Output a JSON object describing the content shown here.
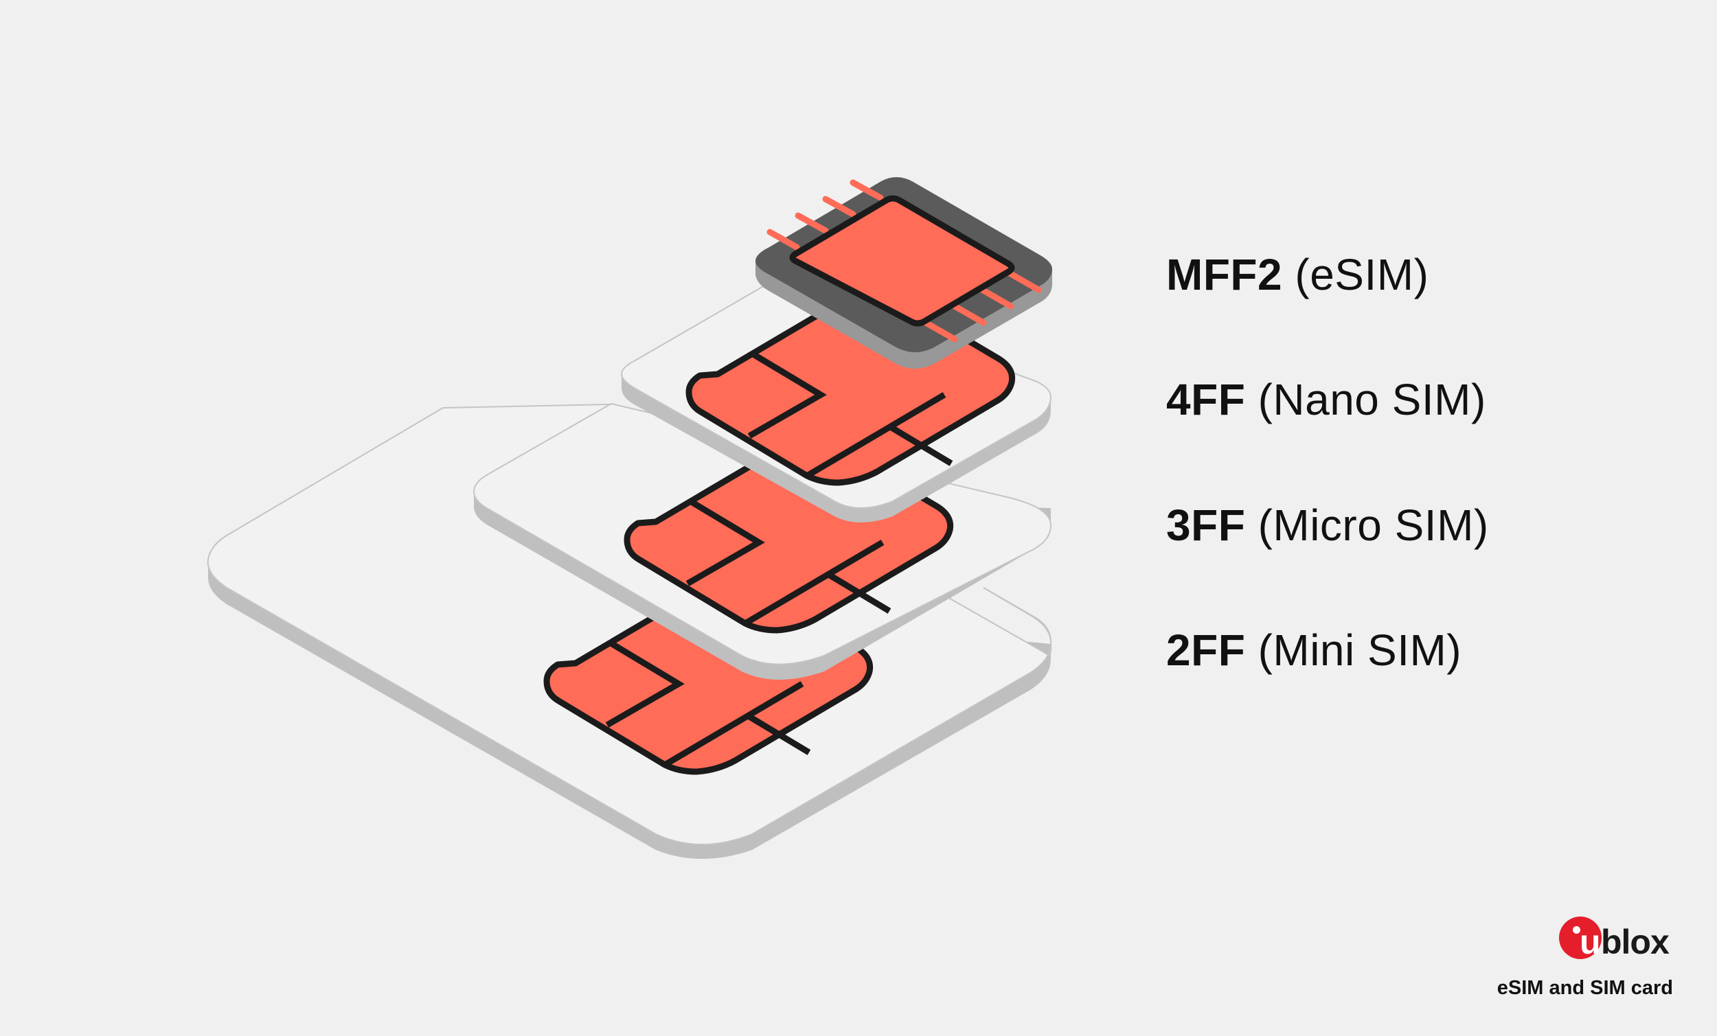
{
  "figure": {
    "title": "eSIM and SIM card",
    "colors": {
      "background": "#f0f0f0",
      "card_face": "#f2f2f2",
      "card_edge": "#bfbfbf",
      "card_outline": "#c4c4c4",
      "chip": "#ff6c58",
      "chip_outline": "#1b1b1b",
      "esim_body": "#5b5b5b",
      "esim_edge": "#989898",
      "brand_red": "#e41e2b"
    }
  },
  "labels": [
    {
      "code": "MFF2",
      "name": "(eSIM)"
    },
    {
      "code": "4FF",
      "name": "(Nano SIM)"
    },
    {
      "code": "3FF",
      "name": "(Micro SIM)"
    },
    {
      "code": "2FF",
      "name": "(Mini SIM)"
    }
  ],
  "brand": {
    "logo_u": "u",
    "logo_rest": "blox",
    "caption": "eSIM and SIM card"
  }
}
